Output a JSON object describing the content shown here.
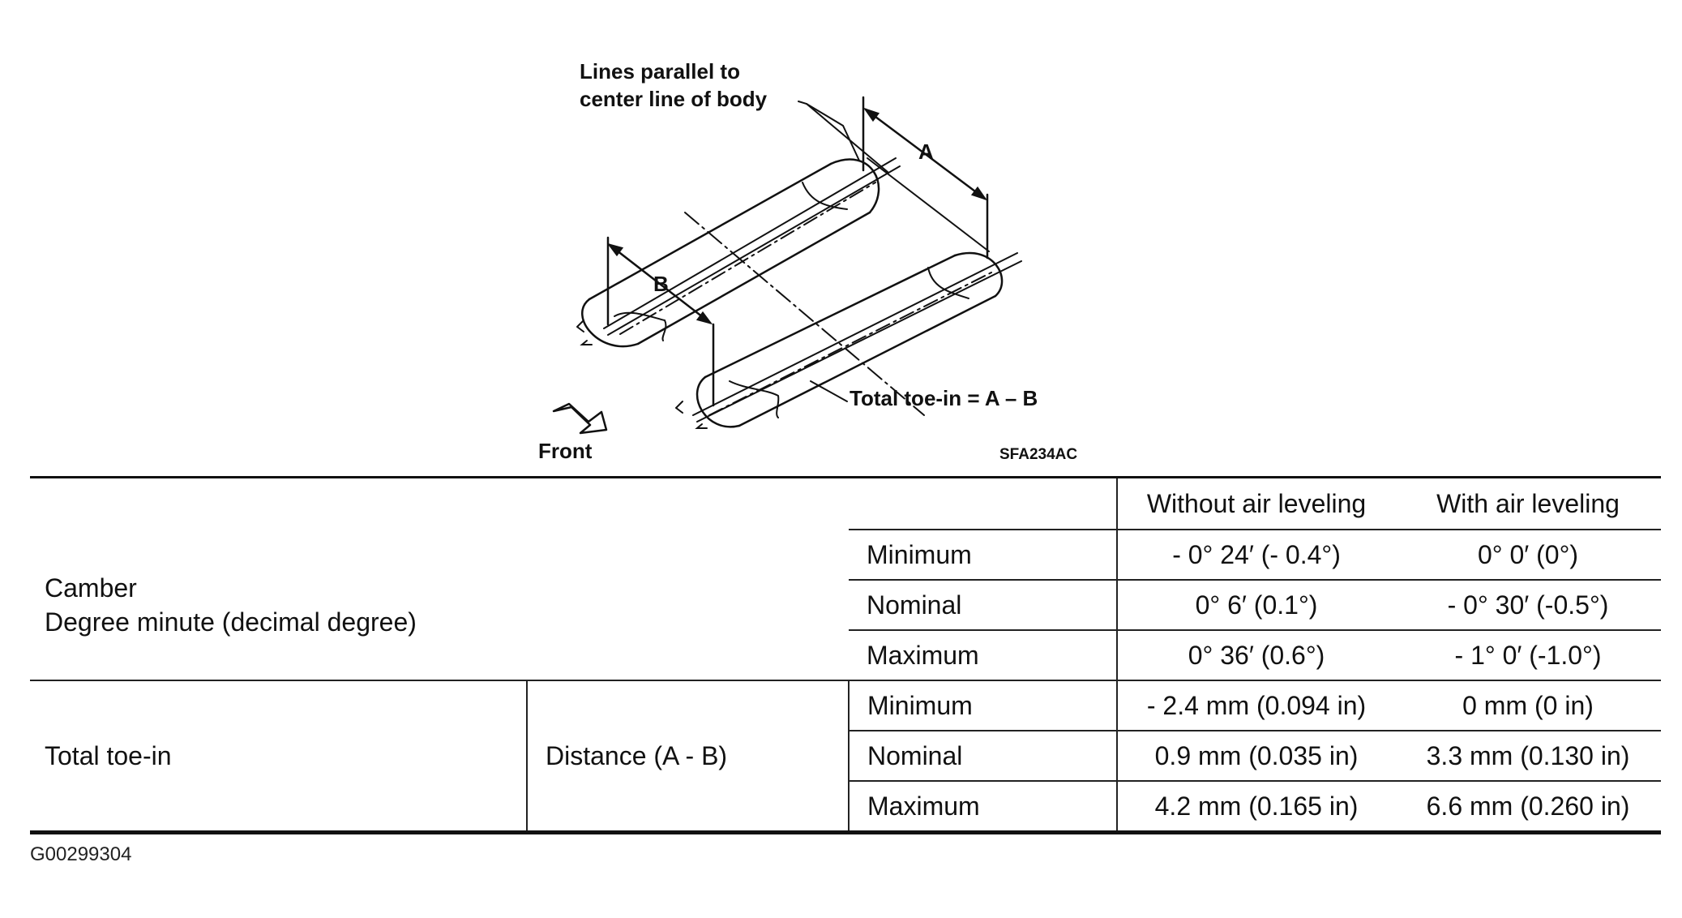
{
  "diagram": {
    "label_lines_parallel_1": "Lines parallel to",
    "label_lines_parallel_2": "center line of body",
    "label_a": "A",
    "label_b": "B",
    "label_total_toe_in": "Total toe-in = A – B",
    "label_front": "Front",
    "label_figure_code": "SFA234AC"
  },
  "table": {
    "headers": [
      "Without air leveling",
      "With air leveling"
    ],
    "camber": {
      "label_line1": "Camber",
      "label_line2": "Degree minute (decimal degree)",
      "rows": [
        {
          "name": "Minimum",
          "without": "- 0° 24′ (- 0.4°)",
          "with": "0° 0′ (0°)"
        },
        {
          "name": "Nominal",
          "without": "0° 6′ (0.1°)",
          "with": "- 0° 30′ (-0.5°)"
        },
        {
          "name": "Maximum",
          "without": "0° 36′ (0.6°)",
          "with": "- 1° 0′ (-1.0°)"
        }
      ]
    },
    "toe": {
      "label": "Total toe-in",
      "sublabel": "Distance (A - B)",
      "rows": [
        {
          "name": "Minimum",
          "without": "- 2.4 mm (0.094 in)",
          "with": "0 mm (0 in)"
        },
        {
          "name": "Nominal",
          "without": "0.9 mm (0.035 in)",
          "with": "3.3 mm (0.130 in)"
        },
        {
          "name": "Maximum",
          "without": "4.2 mm (0.165 in)",
          "with": "6.6 mm (0.260 in)"
        }
      ]
    }
  },
  "footer_code": "G00299304"
}
